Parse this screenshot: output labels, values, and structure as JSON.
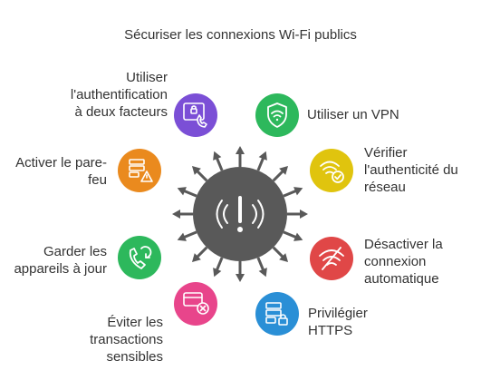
{
  "title": "Sécuriser les connexions Wi-Fi publics",
  "center": {
    "icon": "wifi-warning-icon",
    "color": "#595959"
  },
  "items": [
    {
      "id": "vpn",
      "lines": [
        "Utiliser un VPN"
      ],
      "icon": "shield-wifi-icon",
      "color": "#2db85c"
    },
    {
      "id": "verify",
      "lines": [
        "Vérifier",
        "l'authenticité du",
        "réseau"
      ],
      "icon": "wifi-check-icon",
      "color": "#e0c40e"
    },
    {
      "id": "disable",
      "lines": [
        "Désactiver la",
        "connexion",
        "automatique"
      ],
      "icon": "wifi-off-icon",
      "color": "#e04747"
    },
    {
      "id": "https",
      "lines": [
        "Privilégier",
        "HTTPS"
      ],
      "icon": "server-lock-icon",
      "color": "#2a8fd6"
    },
    {
      "id": "transactions",
      "lines": [
        "Éviter les",
        "transactions",
        "sensibles"
      ],
      "icon": "card-cancel-icon",
      "color": "#e8458b"
    },
    {
      "id": "update",
      "lines": [
        "Garder les",
        "appareils à jour"
      ],
      "icon": "phone-refresh-icon",
      "color": "#2db85c"
    },
    {
      "id": "firewall",
      "lines": [
        "Activer le pare-",
        "feu"
      ],
      "icon": "firewall-warning-icon",
      "color": "#ea8a1e"
    },
    {
      "id": "2fa",
      "lines": [
        "Utiliser",
        "l'authentification",
        "à deux facteurs"
      ],
      "icon": "two-factor-icon",
      "color": "#7b4fd6"
    }
  ]
}
